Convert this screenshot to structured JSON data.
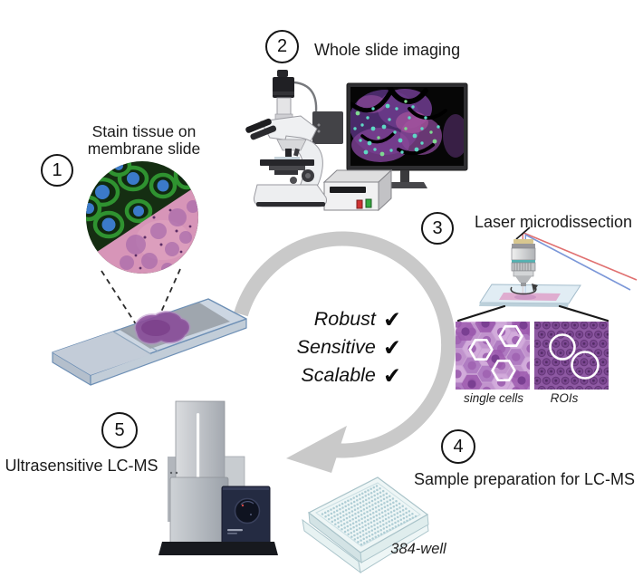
{
  "figure": {
    "type": "workflow-diagram",
    "background": "#ffffff"
  },
  "steps": [
    {
      "number": "1",
      "label": "Stain tissue on membrane slide",
      "label_lines": [
        "Stain tissue on",
        "membrane slide"
      ]
    },
    {
      "number": "2",
      "label": "Whole slide imaging"
    },
    {
      "number": "3",
      "label": "Laser microdissection"
    },
    {
      "number": "4",
      "label": "Sample preparation for LC-MS"
    },
    {
      "number": "5",
      "label": "Ultrasensitive LC-MS"
    }
  ],
  "claims": [
    {
      "text": "Robust",
      "check": "✔"
    },
    {
      "text": "Sensitive",
      "check": "✔"
    },
    {
      "text": "Scalable",
      "check": "✔"
    }
  ],
  "annotations": {
    "single_cells": "single cells",
    "rois": "ROIs",
    "plate": "384-well"
  },
  "colors": {
    "cycle_arrow": "#c9c9c9",
    "badge_border": "#161616",
    "laser_red": "#e07070",
    "laser_blue": "#7b97d8",
    "tissue_purple": "#8a4d9a",
    "panel_light_purple": "#d7b0de",
    "panel_dark_purple": "#8d58a2",
    "plate_cyan": "#eef6f6"
  }
}
